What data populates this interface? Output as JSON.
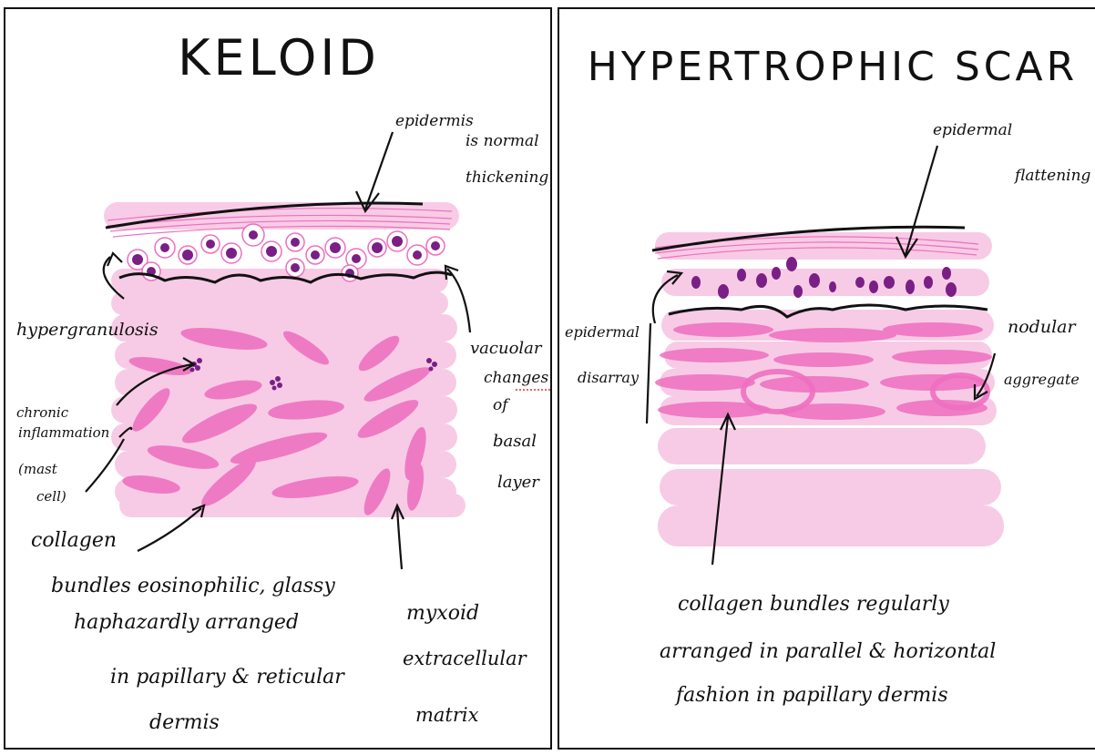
{
  "left": {
    "title": "KELOID",
    "labels": {
      "epidermis": [
        "epidermis",
        "is normal",
        "thickening"
      ],
      "hypergranulosis": "hypergranulosis",
      "vacuolar": [
        "vacuolar",
        "changes",
        "of",
        "basal",
        "layer"
      ],
      "inflammation": [
        "chronic",
        "inflammation",
        "(mast",
        "cell)"
      ],
      "collagen": "collagen",
      "bundles": [
        "bundles eosinophilic, glassy",
        "haphazardly arranged",
        "in papillary & reticular",
        "dermis"
      ],
      "myxoid": [
        "myxoid",
        "extracellular",
        "matrix"
      ]
    }
  },
  "right": {
    "title": "HYPERTROPHIC SCAR",
    "labels": {
      "epidermal_flattening": [
        "epidermal",
        "flattening"
      ],
      "epidermal_disarray": [
        "epidermal",
        "disarray"
      ],
      "nodular": [
        "nodular",
        "aggregate"
      ],
      "bundles": [
        "collagen bundles regularly",
        "arranged in parallel & horizontal",
        "fashion in papillary dermis"
      ]
    }
  },
  "colors": {
    "pink_light": "#f7c6e3",
    "pink_mid": "#f39ad0",
    "pink_dark": "#ee6fc0",
    "nucleus": "#7a1f86",
    "ink": "#111111"
  }
}
